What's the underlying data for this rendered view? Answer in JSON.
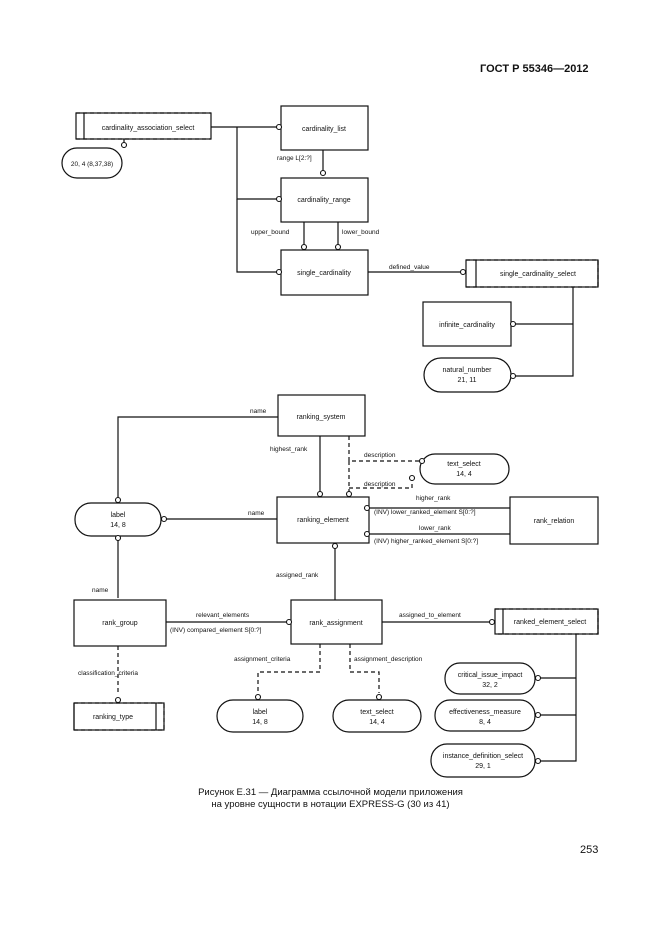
{
  "header": {
    "standard": "ГОСТ Р 55346—2012"
  },
  "page_number": "253",
  "caption": {
    "line1": "Рисунок Е.31 — Диаграмма ссылочной модели приложения",
    "line2": "на уровне сущности в нотации EXPRESS-G (30 из 41)"
  },
  "entities": {
    "cardinality_association_select": "cardinality_association_select",
    "cardinality_list": "cardinality_list",
    "cardinality_range": "cardinality_range",
    "single_cardinality": "single_cardinality",
    "single_cardinality_select": "single_cardinality_select",
    "infinite_cardinality": "infinite_cardinality",
    "ranking_system": "ranking_system",
    "ranking_element": "ranking_element",
    "rank_relation": "rank_relation",
    "rank_group": "rank_group",
    "rank_assignment": "rank_assignment",
    "ranked_element_select": "ranked_element_select",
    "ranking_type": "ranking_type"
  },
  "references": {
    "ref_20_4": "20, 4 (8,37,38)",
    "natural_number": {
      "name": "natural_number",
      "page": "21, 11"
    },
    "text_select_1": {
      "name": "text_select",
      "page": "14, 4"
    },
    "label_1": {
      "name": "label",
      "page": "14, 8"
    },
    "label_2": {
      "name": "label",
      "page": "14, 8"
    },
    "text_select_2": {
      "name": "text_select",
      "page": "14, 4"
    },
    "critical_issue_impact": {
      "name": "critical_issue_impact",
      "page": "32, 2"
    },
    "effectiveness_measure": {
      "name": "effectiveness_measure",
      "page": "8, 4"
    },
    "instance_definition_select": {
      "name": "instance_definition_select",
      "page": "29, 1"
    }
  },
  "relations": {
    "range": "range L[2:?]",
    "upper_bound": "upper_bound",
    "lower_bound": "lower_bound",
    "defined_value": "defined_value",
    "name_system": "name",
    "highest_rank": "highest_rank",
    "description_system": "description",
    "description_element": "description",
    "higher_rank": "higher_rank",
    "inv_lower_ranked": "(INV) lower_ranked_element S[0:?]",
    "name_element": "name",
    "lower_rank": "lower_rank",
    "inv_higher_ranked": "(INV) higher_ranked_element S[0:?]",
    "assigned_rank": "assigned_rank",
    "name_group": "name",
    "relevant_elements": "relevant_elements",
    "inv_compared": "(INV) compared_element S[0:?]",
    "assigned_to_element": "assigned_to_element",
    "classification_criteria": "classification_criteria",
    "assignment_criteria": "assignment_criteria",
    "assignment_description": "assignment_description"
  }
}
